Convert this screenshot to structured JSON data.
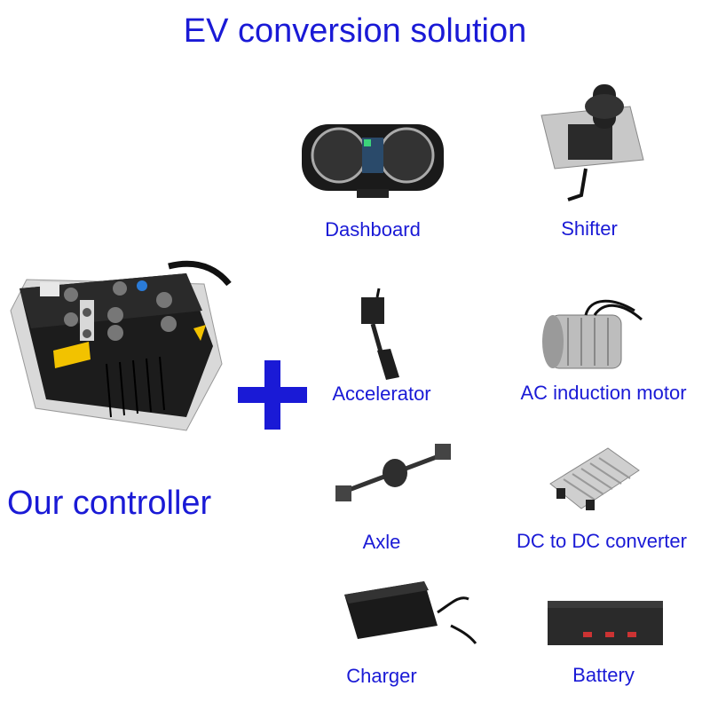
{
  "title": "EV conversion solution",
  "controller_label": "Our controller",
  "components": [
    {
      "label": "Dashboard",
      "icon": "dashboard-icon"
    },
    {
      "label": "Shifter",
      "icon": "shifter-icon"
    },
    {
      "label": "Accelerator",
      "icon": "accelerator-pedal-icon"
    },
    {
      "label": "AC induction motor",
      "icon": "motor-icon"
    },
    {
      "label": "Axle",
      "icon": "axle-icon"
    },
    {
      "label": "DC to DC converter",
      "icon": "converter-icon"
    },
    {
      "label": "Charger",
      "icon": "charger-icon"
    },
    {
      "label": "Battery",
      "icon": "battery-icon"
    }
  ],
  "colors": {
    "text": "#1a1ad6",
    "plus": "#1a1ad6",
    "background": "#ffffff"
  }
}
